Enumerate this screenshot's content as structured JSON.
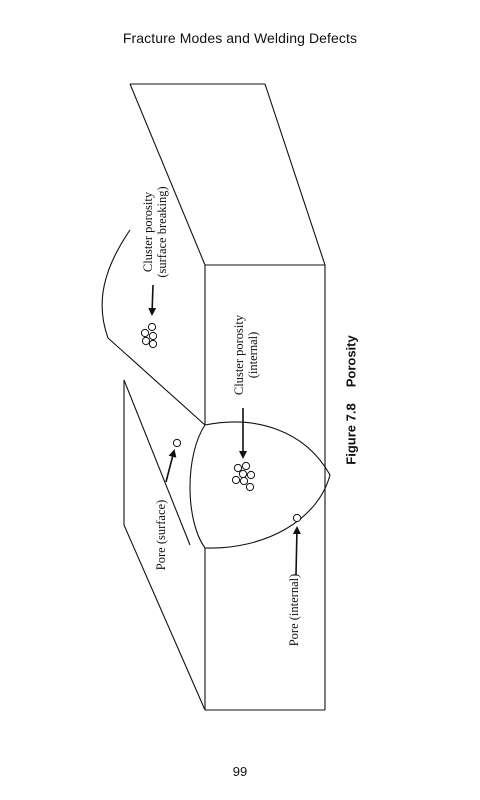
{
  "header": {
    "running_title": "Fracture Modes and Welding Defects"
  },
  "figure": {
    "number": "Figure 7.8",
    "title": "Porosity",
    "labels": {
      "cluster_surface_line1": "Cluster porosity",
      "cluster_surface_line2": "(surface breaking)",
      "cluster_internal_line1": "Cluster porosity",
      "cluster_internal_line2": "(internal)",
      "pore_surface": "Pore (surface)",
      "pore_internal": "Pore (internal)"
    }
  },
  "footer": {
    "page_number": "99"
  }
}
